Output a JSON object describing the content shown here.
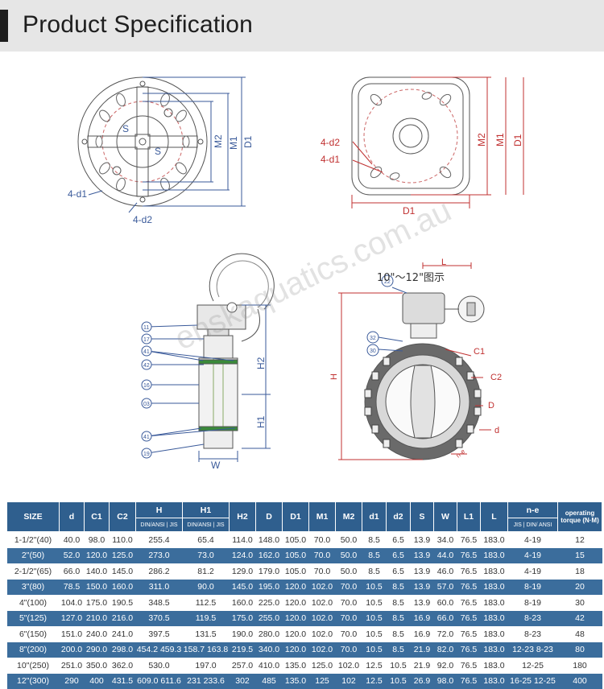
{
  "header": {
    "title": "Product Specification"
  },
  "watermark": "enskaquatics.com.au",
  "drawings": {
    "top_left": {
      "labels": {
        "s_upper": "S",
        "s_lower": "S",
        "m2": "M2",
        "m1": "M1",
        "d1": "D1",
        "d1_hole": "4-d1",
        "d2_hole": "4-d2"
      }
    },
    "top_right": {
      "labels": {
        "d2_hole": "4-d2",
        "d1_hole": "4-d1",
        "m2": "M2",
        "m1": "M1",
        "d1_right": "D1",
        "d1_bottom": "D1"
      },
      "caption": "10\"～12\"图示"
    },
    "bottom_left": {
      "labels": {
        "h2": "H2",
        "h1": "H1",
        "w": "W"
      },
      "callouts": [
        "11",
        "17",
        "41",
        "42",
        "16",
        "03",
        "41",
        "19"
      ]
    },
    "bottom_right": {
      "labels": {
        "l": "L",
        "c1": "C1",
        "c2": "C2",
        "h": "H",
        "d": "D",
        "d_small": "d",
        "n_e": "n-e"
      },
      "callouts": [
        "22",
        "32",
        "30"
      ]
    }
  },
  "table": {
    "headers": {
      "size": "SIZE",
      "d": "d",
      "c1": "C1",
      "c2": "C2",
      "h": "H",
      "h1": "H1",
      "h2": "H2",
      "D": "D",
      "d1cap": "D1",
      "m1": "M1",
      "m2": "M2",
      "d1": "d1",
      "d2": "d2",
      "s": "S",
      "w": "W",
      "l1": "L1",
      "l": "L",
      "ne": "n-e",
      "torque": "operating torque (N·M)",
      "din_ansi": "DIN/ANSI",
      "jis": "JIS",
      "jis2": "JIS",
      "din_ansi2": "DIN/ ANSI"
    },
    "rows": [
      [
        "1-1/2\"(40)",
        "40.0",
        "98.0",
        "110.0",
        "255.4",
        "65.4",
        "114.0",
        "148.0",
        "105.0",
        "70.0",
        "50.0",
        "8.5",
        "6.5",
        "13.9",
        "34.0",
        "76.5",
        "183.0",
        "4-19",
        "12"
      ],
      [
        "2\"(50)",
        "52.0",
        "120.0",
        "125.0",
        "273.0",
        "73.0",
        "124.0",
        "162.0",
        "105.0",
        "70.0",
        "50.0",
        "8.5",
        "6.5",
        "13.9",
        "44.0",
        "76.5",
        "183.0",
        "4-19",
        "15"
      ],
      [
        "2-1/2\"(65)",
        "66.0",
        "140.0",
        "145.0",
        "286.2",
        "81.2",
        "129.0",
        "179.0",
        "105.0",
        "70.0",
        "50.0",
        "8.5",
        "6.5",
        "13.9",
        "46.0",
        "76.5",
        "183.0",
        "4-19",
        "18"
      ],
      [
        "3\"(80)",
        "78.5",
        "150.0",
        "160.0",
        "311.0",
        "90.0",
        "145.0",
        "195.0",
        "120.0",
        "102.0",
        "70.0",
        "10.5",
        "8.5",
        "13.9",
        "57.0",
        "76.5",
        "183.0",
        "8-19",
        "20"
      ],
      [
        "4\"(100)",
        "104.0",
        "175.0",
        "190.5",
        "348.5",
        "112.5",
        "160.0",
        "225.0",
        "120.0",
        "102.0",
        "70.0",
        "10.5",
        "8.5",
        "13.9",
        "60.0",
        "76.5",
        "183.0",
        "8-19",
        "30"
      ],
      [
        "5\"(125)",
        "127.0",
        "210.0",
        "216.0",
        "370.5",
        "119.5",
        "175.0",
        "255.0",
        "120.0",
        "102.0",
        "70.0",
        "10.5",
        "8.5",
        "16.9",
        "66.0",
        "76.5",
        "183.0",
        "8-23",
        "42"
      ],
      [
        "6\"(150)",
        "151.0",
        "240.0",
        "241.0",
        "397.5",
        "131.5",
        "190.0",
        "280.0",
        "120.0",
        "102.0",
        "70.0",
        "10.5",
        "8.5",
        "16.9",
        "72.0",
        "76.5",
        "183.0",
        "8-23",
        "48"
      ],
      [
        "8\"(200)",
        "200.0",
        "290.0",
        "298.0",
        "454.2 459.3",
        "158.7 163.8",
        "219.5",
        "340.0",
        "120.0",
        "102.0",
        "70.0",
        "10.5",
        "8.5",
        "21.9",
        "82.0",
        "76.5",
        "183.0",
        "12-23 8-23",
        "80"
      ],
      [
        "10\"(250)",
        "251.0",
        "350.0",
        "362.0",
        "530.0",
        "197.0",
        "257.0",
        "410.0",
        "135.0",
        "125.0",
        "102.0",
        "12.5",
        "10.5",
        "21.9",
        "92.0",
        "76.5",
        "183.0",
        "12-25",
        "180"
      ],
      [
        "12\"(300)",
        "290",
        "400",
        "431.5",
        "609.0 611.6",
        "231 233.6",
        "302",
        "485",
        "135.0",
        "125",
        "102",
        "12.5",
        "10.5",
        "26.9",
        "98.0",
        "76.5",
        "183.0",
        "16-25 12-25",
        "400"
      ]
    ]
  }
}
